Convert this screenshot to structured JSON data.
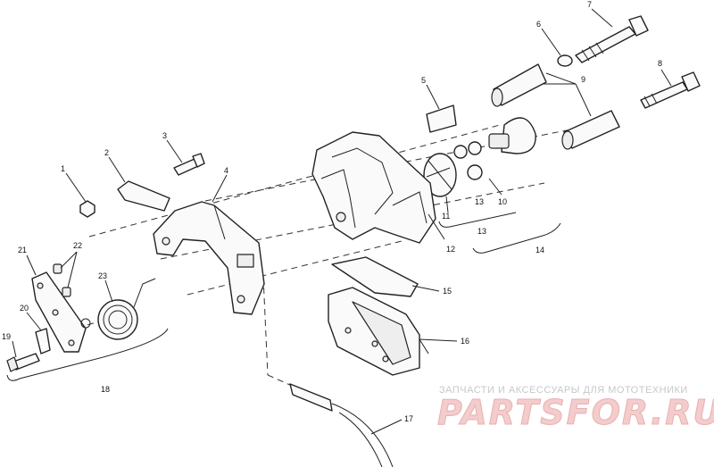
{
  "callouts": {
    "c1": "1",
    "c2": "2",
    "c3": "3",
    "c4": "4",
    "c5": "5",
    "c6": "6",
    "c7": "7",
    "c8": "8",
    "c9": "9",
    "c10": "10",
    "c11": "11",
    "c12": "12",
    "c13a": "13",
    "c13b": "13",
    "c14": "14",
    "c15": "15",
    "c16": "16",
    "c17": "17",
    "c18": "18",
    "c19": "19",
    "c20": "20",
    "c21": "21",
    "c22": "22",
    "c23": "23"
  },
  "watermark": {
    "tagline": "ЗАПЧАСТИ И АКСЕССУАРЫ ДЛЯ МОТОТЕХНИКИ",
    "brand": "PARTSFOR.RU"
  }
}
